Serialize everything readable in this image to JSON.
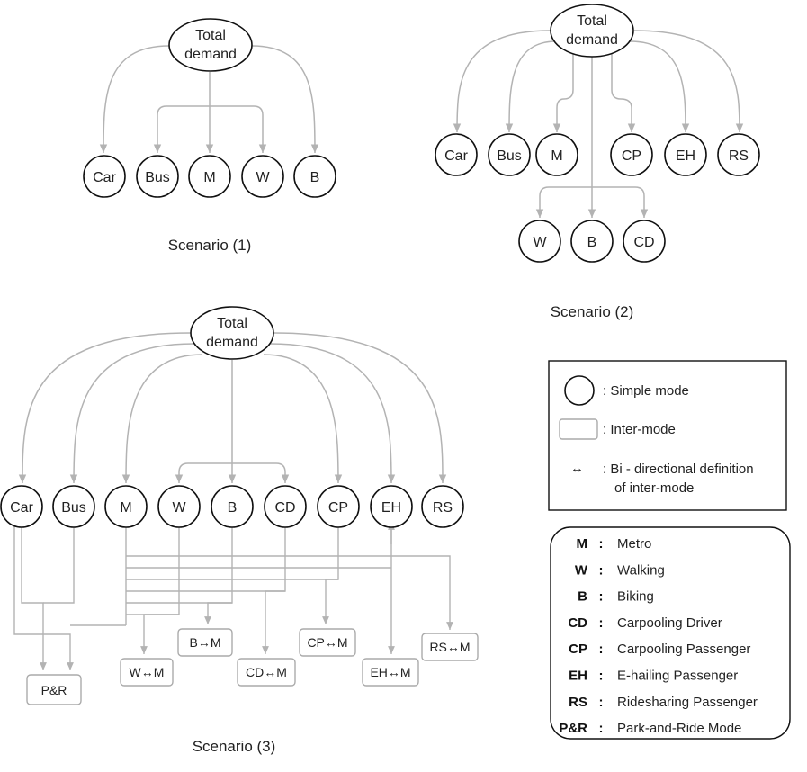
{
  "scenario1": {
    "caption": "Scenario (1)",
    "root": [
      "Total",
      "demand"
    ],
    "modes": [
      "Car",
      "Bus",
      "M",
      "W",
      "B"
    ]
  },
  "scenario2": {
    "caption": "Scenario (2)",
    "root": [
      "Total",
      "demand"
    ],
    "modes_top": [
      "Car",
      "Bus",
      "M",
      "CP",
      "EH",
      "RS"
    ],
    "modes_bottom": [
      "W",
      "B",
      "CD"
    ]
  },
  "scenario3": {
    "caption": "Scenario (3)",
    "root": [
      "Total",
      "demand"
    ],
    "modes": [
      "Car",
      "Bus",
      "M",
      "W",
      "B",
      "CD",
      "CP",
      "EH",
      "RS"
    ],
    "intermodes": [
      "P&R",
      "W↔M",
      "B↔M",
      "CD↔M",
      "CP↔M",
      "EH↔M",
      "RS↔M"
    ]
  },
  "legend": {
    "simple_mode": ": Simple mode",
    "inter_mode": ": Inter-mode",
    "bidir_symbol": "↔",
    "bidir_line1": ": Bi - directional definition",
    "bidir_line2": "of inter-mode"
  },
  "abbreviations": [
    {
      "key": "M",
      "colon": ":",
      "value": "Metro"
    },
    {
      "key": "W",
      "colon": ":",
      "value": "Walking"
    },
    {
      "key": "B",
      "colon": ":",
      "value": "Biking"
    },
    {
      "key": "CD",
      "colon": ":",
      "value": "Carpooling Driver"
    },
    {
      "key": "CP",
      "colon": ":",
      "value": "Carpooling Passenger"
    },
    {
      "key": "EH",
      "colon": ":",
      "value": "E-hailing Passenger"
    },
    {
      "key": "RS",
      "colon": ":",
      "value": "Ridesharing Passenger"
    },
    {
      "key": "P&R",
      "colon": ":",
      "value": "Park-and-Ride Mode"
    }
  ]
}
